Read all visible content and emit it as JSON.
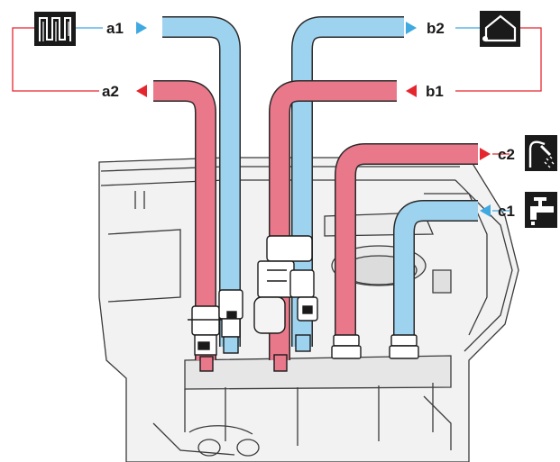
{
  "connections": {
    "a1": "a1",
    "a2": "a2",
    "b1": "b1",
    "b2": "b2",
    "c1": "c1",
    "c2": "c2"
  },
  "icons": {
    "a_circuit": "underfloor-heating-icon",
    "b_circuit": "house-space-heating-icon",
    "c2": "shower-hot-water-icon",
    "c1": "tap-cold-water-icon"
  },
  "colors": {
    "supply_hot": "#e8788a",
    "return_cold": "#9ed3ef",
    "arrow_red": "#e5262e",
    "arrow_blue": "#3fa9e0",
    "icon_bg": "#1a1a1a"
  }
}
